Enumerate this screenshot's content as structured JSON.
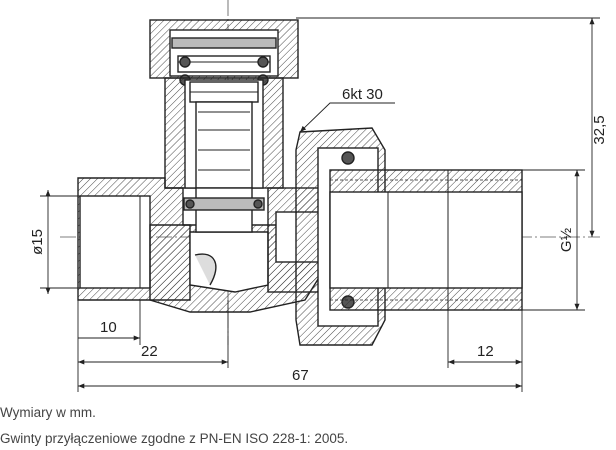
{
  "diagram": {
    "labels": {
      "hex": "6kt 30",
      "height": "32,5",
      "diameter": "ø15",
      "thread": "G½",
      "dim_10": "10",
      "dim_22": "22",
      "dim_12": "12",
      "dim_67": "67"
    }
  },
  "notes": {
    "units": "Wymiary w mm.",
    "threads": "Gwinty przyłączeniowe zgodne z PN-EN ISO 228-1: 2005."
  }
}
